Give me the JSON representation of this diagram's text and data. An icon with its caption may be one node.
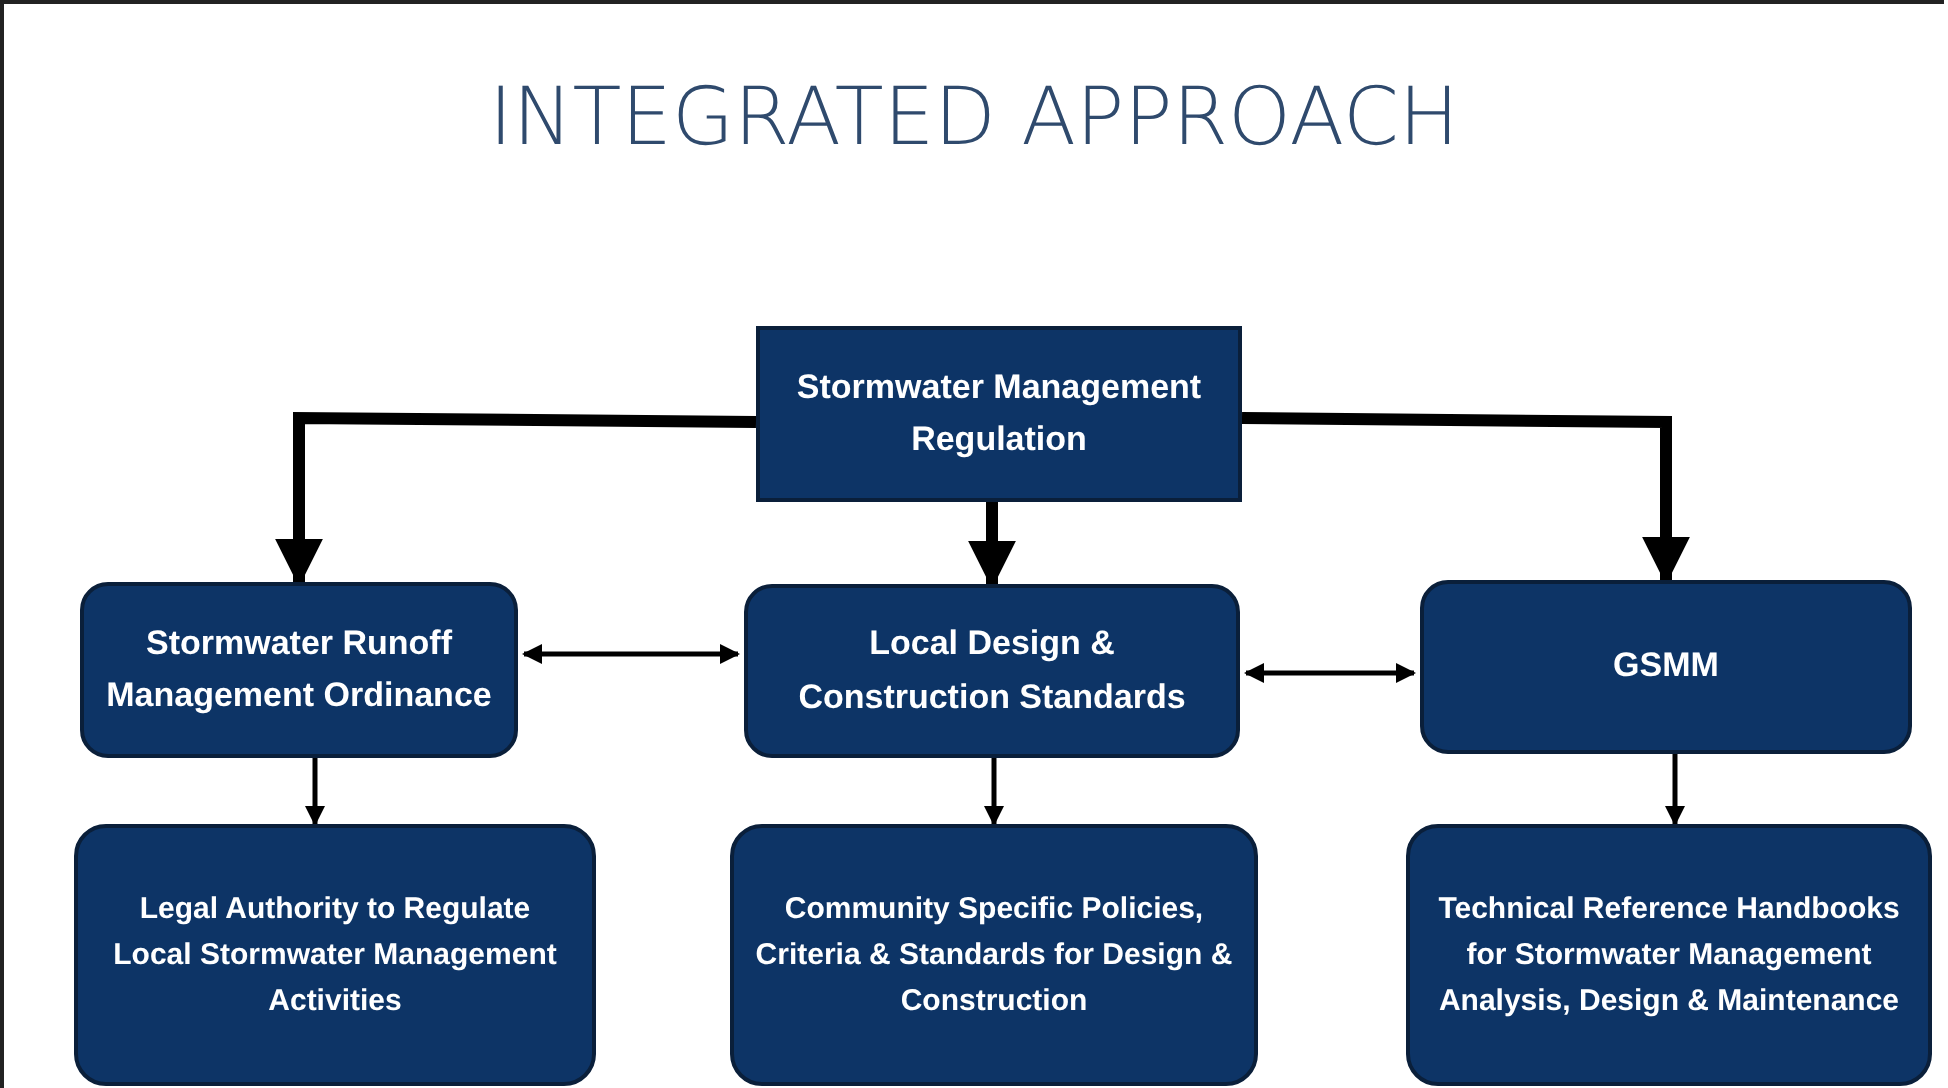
{
  "diagram": {
    "title": "INTEGRATED APPROACH",
    "nodes": [
      {
        "text": [
          "Stormwater Management Regulation"
        ]
      },
      {
        "text": [
          "Stormwater Runoff Management Ordinance"
        ]
      },
      {
        "text": [
          "Local Design & Construction Standards"
        ]
      },
      {
        "text": [
          "GSMM"
        ]
      },
      {
        "text": [
          "Legal Authority to Regulate Local Stormwater Management Activities"
        ]
      },
      {
        "text": [
          "Community Specific Policies, Criteria & Standards for Design & Construction"
        ]
      },
      {
        "text": [
          "Technical Reference Handbooks for Stormwater Management Analysis, Design & Maintenance"
        ]
      }
    ],
    "edges": [
      {
        "from": 0,
        "to": 1,
        "arrow": "to",
        "style": "thick"
      },
      {
        "from": 0,
        "to": 2,
        "arrow": "to",
        "style": "thick"
      },
      {
        "from": 0,
        "to": 3,
        "arrow": "to",
        "style": "thick"
      },
      {
        "from": 1,
        "to": 2,
        "arrow": "both"
      },
      {
        "from": 2,
        "to": 3,
        "arrow": "both"
      },
      {
        "from": 1,
        "to": 4,
        "arrow": "to"
      },
      {
        "from": 2,
        "to": 5,
        "arrow": "to"
      },
      {
        "from": 3,
        "to": 6,
        "arrow": "to"
      }
    ]
  }
}
